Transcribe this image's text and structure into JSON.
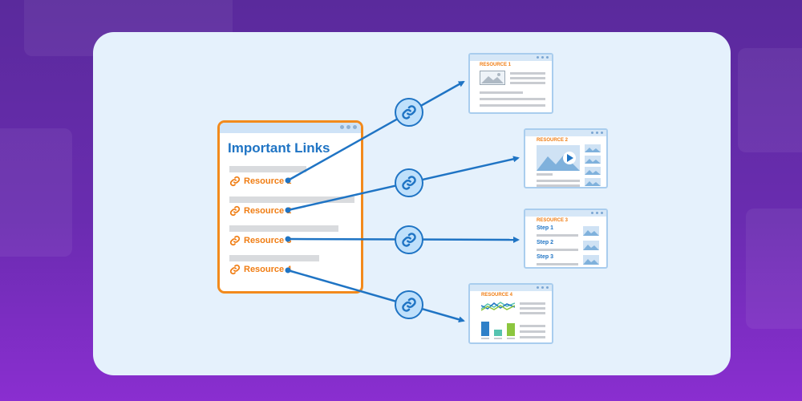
{
  "main_window": {
    "title": "Important Links",
    "links": [
      "Resource 1",
      "Resource 2",
      "Resource 3",
      "Resource 4"
    ]
  },
  "resources": [
    {
      "title": "RESOURCE 1"
    },
    {
      "title": "RESOURCE 2"
    },
    {
      "title": "RESOURCE 3",
      "steps": [
        "Step 1",
        "Step 2",
        "Step 3"
      ]
    },
    {
      "title": "RESOURCE 4"
    }
  ],
  "icons": {
    "link": "link-icon",
    "badge": "chain-link-icon"
  },
  "colors": {
    "accent_blue": "#1f74c4",
    "accent_orange": "#f28a1c",
    "card_bg": "#e5f1fc",
    "thumb_border": "#a9cdee",
    "bar_blue": "#2f80c8",
    "bar_teal": "#56c3b0",
    "bar_green": "#8cc63f"
  }
}
